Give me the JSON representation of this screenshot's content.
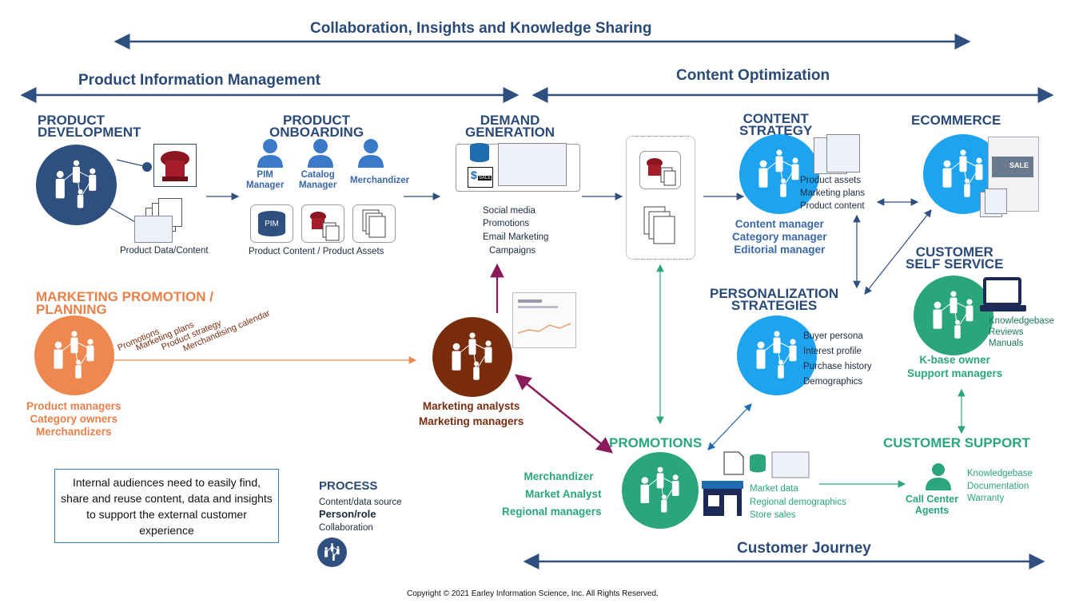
{
  "headers": {
    "collab": "Collaboration, Insights and Knowledge Sharing",
    "pim": "Product Information Management",
    "content_opt": "Content Optimization",
    "journey": "Customer Journey"
  },
  "product_dev": {
    "title_1": "PRODUCT",
    "title_2": "DEVELOPMENT",
    "caption": "Product Data/Content"
  },
  "onboarding": {
    "title_1": "PRODUCT",
    "title_2": "ONBOARDING",
    "roles": [
      "PIM Manager",
      "Catalog Manager",
      "Merchandizer"
    ],
    "roles_split": [
      [
        "PIM",
        "Manager"
      ],
      [
        "Catalog",
        "Manager"
      ],
      [
        "Merchandizer",
        ""
      ]
    ],
    "pim_label": "PIM",
    "caption": "Product Content / Product Assets"
  },
  "demand": {
    "title_1": "DEMAND",
    "title_2": "GENERATION",
    "sale_label": "SALE",
    "items": [
      "Social media",
      "Promotions",
      "Email Marketing",
      "Campaigns"
    ]
  },
  "content_strategy": {
    "title_1": "CONTENT",
    "title_2": "STRATEGY",
    "items": [
      "Product assets",
      "Marketing plans",
      "Product content"
    ],
    "roles": [
      "Content manager",
      "Category manager",
      "Editorial manager"
    ]
  },
  "ecommerce": {
    "title": "ECOMMERCE",
    "sale_label": "SALE"
  },
  "self_service": {
    "title_1": "CUSTOMER",
    "title_2": "SELF SERVICE",
    "items": [
      "Knowledgebase",
      "Reviews",
      "Manuals"
    ],
    "roles": [
      "K-base owner",
      "Support managers"
    ]
  },
  "personalization": {
    "title_1": "PERSONALIZATION",
    "title_2": "STRATEGIES",
    "items": [
      "Buyer persona",
      "Interest profile",
      "Purchase history",
      "Demographics"
    ]
  },
  "marketing_promo": {
    "title_1": "MARKETING PROMOTION /",
    "title_2": "PLANNING",
    "diag_items": [
      "Promotions",
      "Marketing plans",
      "Product strategy",
      "Merchandising calendar"
    ],
    "roles": [
      "Product managers",
      "Category owners",
      "Merchandizers"
    ]
  },
  "analysts": {
    "roles": [
      "Marketing analysts",
      "Marketing managers"
    ]
  },
  "promotions": {
    "title": "PROMOTIONS",
    "roles": [
      "Merchandizer",
      "Market Analyst",
      "Regional managers"
    ],
    "items": [
      "Market data",
      "Regional demographics",
      "Store sales"
    ]
  },
  "customer_support": {
    "title": "CUSTOMER SUPPORT",
    "agent_1": "Call Center",
    "agent_2": "Agents",
    "items": [
      "Knowledgebase",
      "Documentation",
      "Warranty"
    ]
  },
  "note": "Internal audiences need to easily find, share and reuse content, data and insights to support the external customer experience",
  "legend": {
    "title": "PROCESS",
    "line1": "Content/data source",
    "line2": "Person/role",
    "line3": "Collaboration"
  },
  "copyright": "Copyright © 2021 Earley Information Science, Inc.  All Rights Reserved.",
  "colors": {
    "navy": "#2f4f7f",
    "blue": "#1ea3ee",
    "orange": "#ee8750",
    "brown": "#7a2d0c",
    "green": "#2aa67a",
    "magenta": "#8a1a5a"
  }
}
